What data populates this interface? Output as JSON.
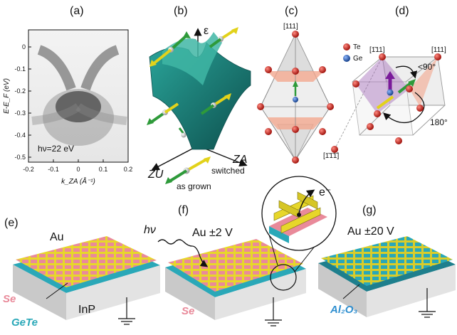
{
  "panels": {
    "a": {
      "label": "(a)",
      "ylabel": "E-E_F (eV)",
      "xlabel": "k_ZA (Å⁻¹)",
      "annotation": "hν=22 eV",
      "xticks": [
        "-0.2",
        "-0.1",
        "0",
        "0.1",
        "0.2"
      ],
      "yticks": [
        "0",
        "-0.1",
        "-0.2",
        "-0.3",
        "-0.4",
        "-0.5"
      ]
    },
    "b": {
      "label": "(b)",
      "energy_axis": "ε",
      "za_axis": "ZA",
      "zu_axis": "ZU",
      "switched": "switched",
      "as_grown": "as grown"
    },
    "c": {
      "label": "(c)",
      "direction": "[111]"
    },
    "d": {
      "label": "(d)",
      "legend": [
        {
          "name": "Te",
          "color": "#c41a14"
        },
        {
          "name": "Ge",
          "color": "#1f5fb5"
        }
      ],
      "dir_top_left": "[1̄11]",
      "dir_top_right": "[111]",
      "dir_bottom_left": "[1̄1̄1̄]",
      "angle_small": "<90°",
      "angle_large": "180°"
    },
    "e": {
      "label": "(e)",
      "top_label": "Au",
      "se_label": "Se",
      "gete_label": "GeTe",
      "inp_label": "InP"
    },
    "f": {
      "label": "(f)",
      "hv_label": "hν",
      "top_label": "Au ±2 V",
      "se_label": "Se",
      "electron_label": "e⁻"
    },
    "g": {
      "label": "(g)",
      "top_label": "Au ±20 V",
      "oxide_label": "Al₂O₃"
    }
  },
  "colors": {
    "te": "#c41a14",
    "ge": "#1f5fb5",
    "se_text": "#e98a9a",
    "gete_text": "#2aa8b8",
    "oxide_text": "#2f8fd0",
    "gold": "#e7d72a",
    "spin_green": "#2e9a3a",
    "spin_yellow": "#e2d21a",
    "band_teal": "#1f7f7a",
    "octahedron": "#f3a78e",
    "purple": "#a26bb8"
  }
}
